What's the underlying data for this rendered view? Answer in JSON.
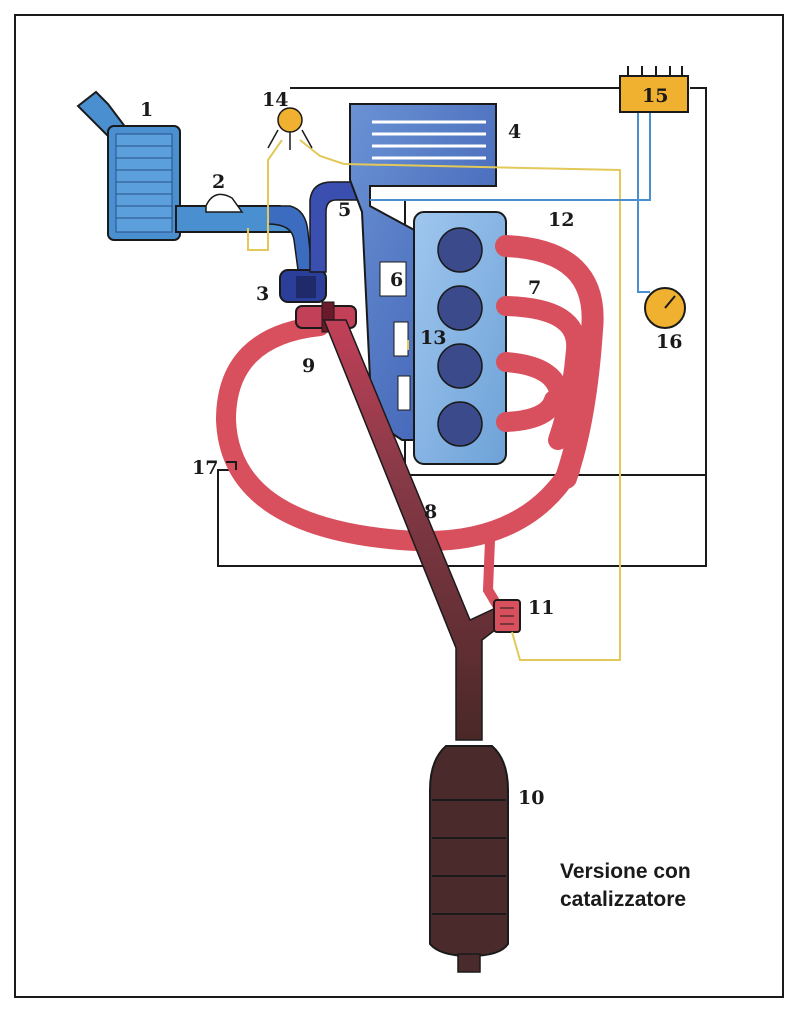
{
  "caption": {
    "line1": "Versione con",
    "line2": "catalizzatore"
  },
  "labels": [
    {
      "id": "1",
      "text": "1"
    },
    {
      "id": "2",
      "text": "2"
    },
    {
      "id": "3",
      "text": "3"
    },
    {
      "id": "4",
      "text": "4"
    },
    {
      "id": "5",
      "text": "5"
    },
    {
      "id": "6",
      "text": "6"
    },
    {
      "id": "7",
      "text": "7"
    },
    {
      "id": "8",
      "text": "8"
    },
    {
      "id": "9",
      "text": "9"
    },
    {
      "id": "10",
      "text": "10"
    },
    {
      "id": "11",
      "text": "11"
    },
    {
      "id": "12",
      "text": "12"
    },
    {
      "id": "13",
      "text": "13"
    },
    {
      "id": "14",
      "text": "14"
    },
    {
      "id": "15",
      "text": "15"
    },
    {
      "id": "16",
      "text": "16"
    },
    {
      "id": "17",
      "text": "17"
    }
  ],
  "colors": {
    "intake_blue": "#4a8fd0",
    "intake_dark": "#2b3f9a",
    "exhaust_red": "#d8505e",
    "exhaust_dark": "#4a2a2a",
    "wire_yellow": "#e3c85a",
    "ecu_orange": "#f0b030",
    "cylinder": "#3a4a8a"
  }
}
